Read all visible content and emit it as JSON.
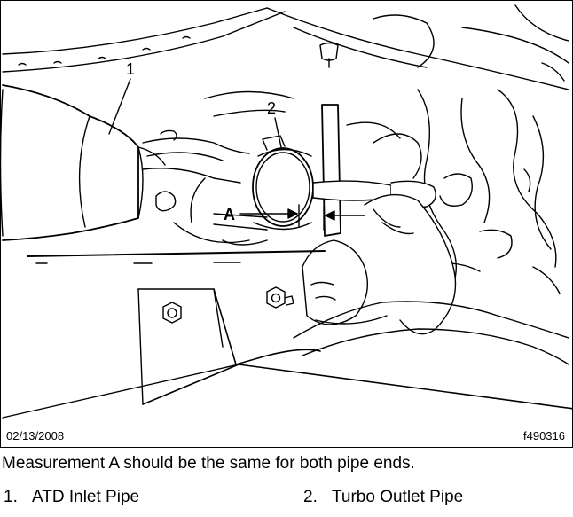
{
  "figure": {
    "date": "02/13/2008",
    "id": "f490316",
    "callouts": {
      "one": "1",
      "two": "2",
      "measure": "A"
    }
  },
  "caption": "Measurement A should be the same for both pipe ends.",
  "legend": [
    {
      "number": "1.",
      "label": "ATD Inlet Pipe"
    },
    {
      "number": "2.",
      "label": "Turbo Outlet Pipe"
    }
  ]
}
